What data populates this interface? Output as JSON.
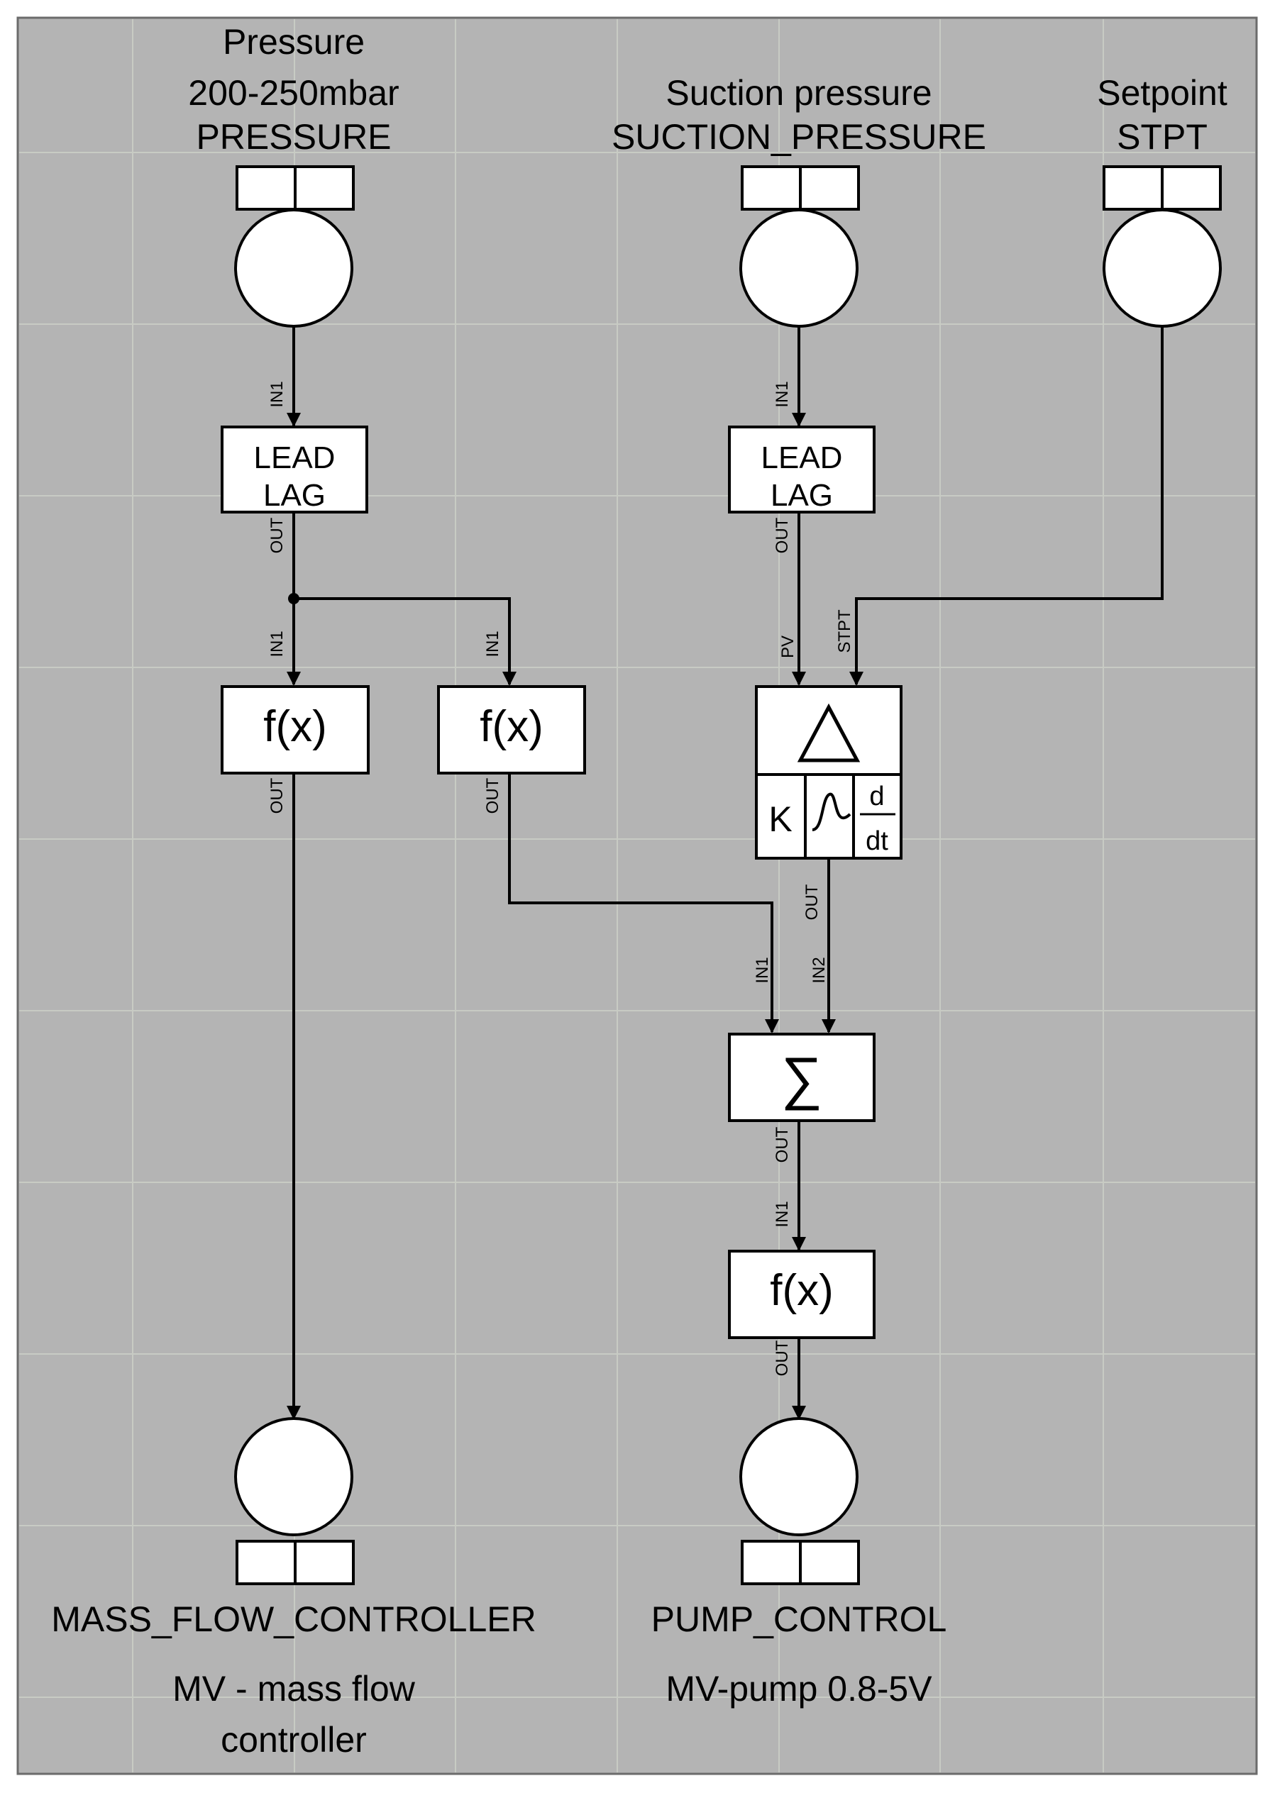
{
  "inputs": {
    "pressure": {
      "label": "Pressure",
      "range": "200-250mbar",
      "tag": "PRESSURE"
    },
    "suction": {
      "label": "Suction pressure",
      "tag": "SUCTION_PRESSURE"
    },
    "setpoint": {
      "label": "Setpoint",
      "tag": "STPT"
    }
  },
  "blocks": {
    "leadlag_left": {
      "line1": "LEAD",
      "line2": "LAG"
    },
    "leadlag_right": {
      "line1": "LEAD",
      "line2": "LAG"
    },
    "fx_left": {
      "label": "f(x)"
    },
    "fx_mid": {
      "label": "f(x)"
    },
    "fx_bottom": {
      "label": "f(x)"
    },
    "pid": {
      "k": "K",
      "d": "d",
      "dt": "dt"
    },
    "sum": {
      "label": "∑"
    }
  },
  "pins": {
    "in1": "IN1",
    "in2": "IN2",
    "out": "OUT",
    "pv": "PV",
    "stpt": "STPT"
  },
  "outputs": {
    "mass_flow": {
      "tag": "MASS_FLOW_CONTROLLER",
      "desc_line1": "MV - mass flow",
      "desc_line2": "controller"
    },
    "pump": {
      "tag": "PUMP_CONTROL",
      "desc": "MV-pump 0.8-5V"
    }
  },
  "colors": {
    "background": "#b4b4b4",
    "grid": "#c8cbc4",
    "block_fill": "#ffffff",
    "line": "#000000"
  }
}
